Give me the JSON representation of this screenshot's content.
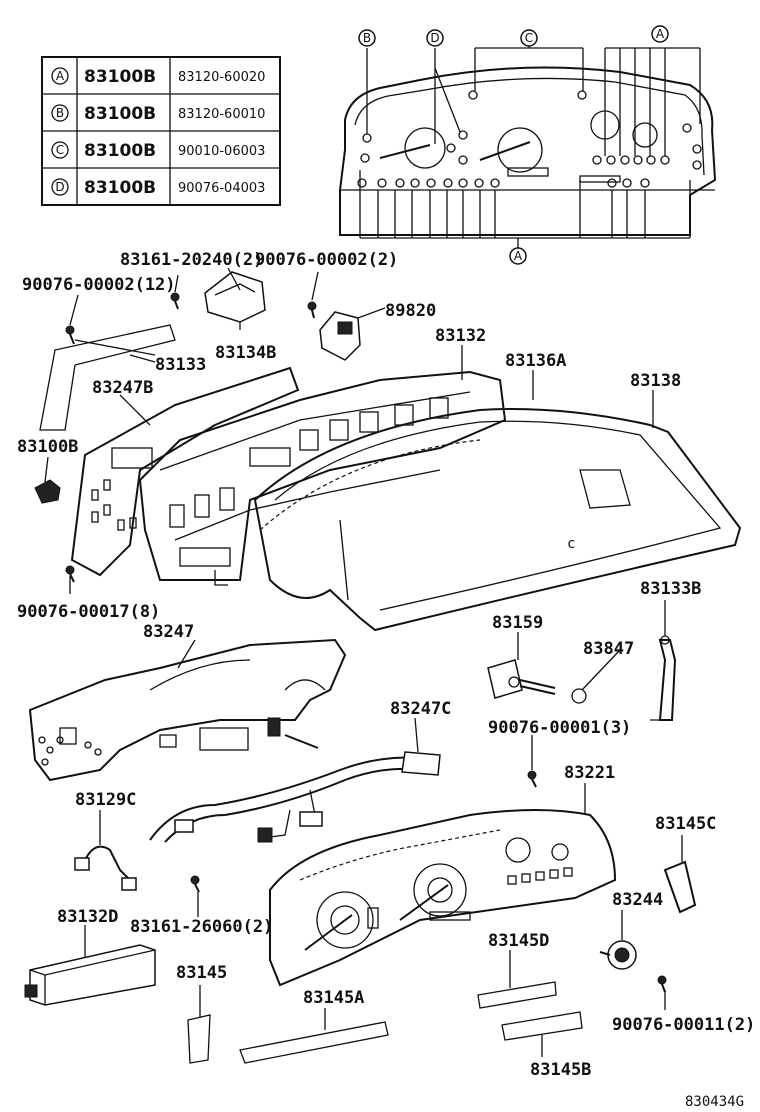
{
  "legend_table": {
    "rows": [
      {
        "key": "A",
        "code": "83100B",
        "part": "83120-60020"
      },
      {
        "key": "B",
        "code": "83100B",
        "part": "83120-60010"
      },
      {
        "key": "C",
        "code": "83100B",
        "part": "90010-06003"
      },
      {
        "key": "D",
        "code": "83100B",
        "part": "90076-04003"
      }
    ]
  },
  "callouts": {
    "top_B": "B",
    "top_D": "D",
    "top_C": "C",
    "top_A": "A",
    "bottom_A": "A"
  },
  "parts": {
    "p83161_20240": "83161-20240(2)",
    "p90076_00002_2": "90076-00002(2)",
    "p90076_00002_12": "90076-00002(12)",
    "p89820": "89820",
    "p83133": "83133",
    "p83134B": "83134B",
    "p83132": "83132",
    "p83136A": "83136A",
    "p83247B": "83247B",
    "p83138": "83138",
    "p83100B": "83100B",
    "p90076_00017": "90076-00017(8)",
    "p83133B": "83133B",
    "p83247": "83247",
    "p83159": "83159",
    "p83847": "83847",
    "p83247C": "83247C",
    "p90076_00001": "90076-00001(3)",
    "p83221": "83221",
    "p83129C": "83129C",
    "p83145C": "83145C",
    "p83132D": "83132D",
    "p83161_26060": "83161-26060(2)",
    "p83244": "83244",
    "p83145D": "83145D",
    "p83145": "83145",
    "p83145A": "83145A",
    "p90076_00011": "90076-00011(2)",
    "p83145B": "83145B"
  },
  "figure_id": "830434G"
}
